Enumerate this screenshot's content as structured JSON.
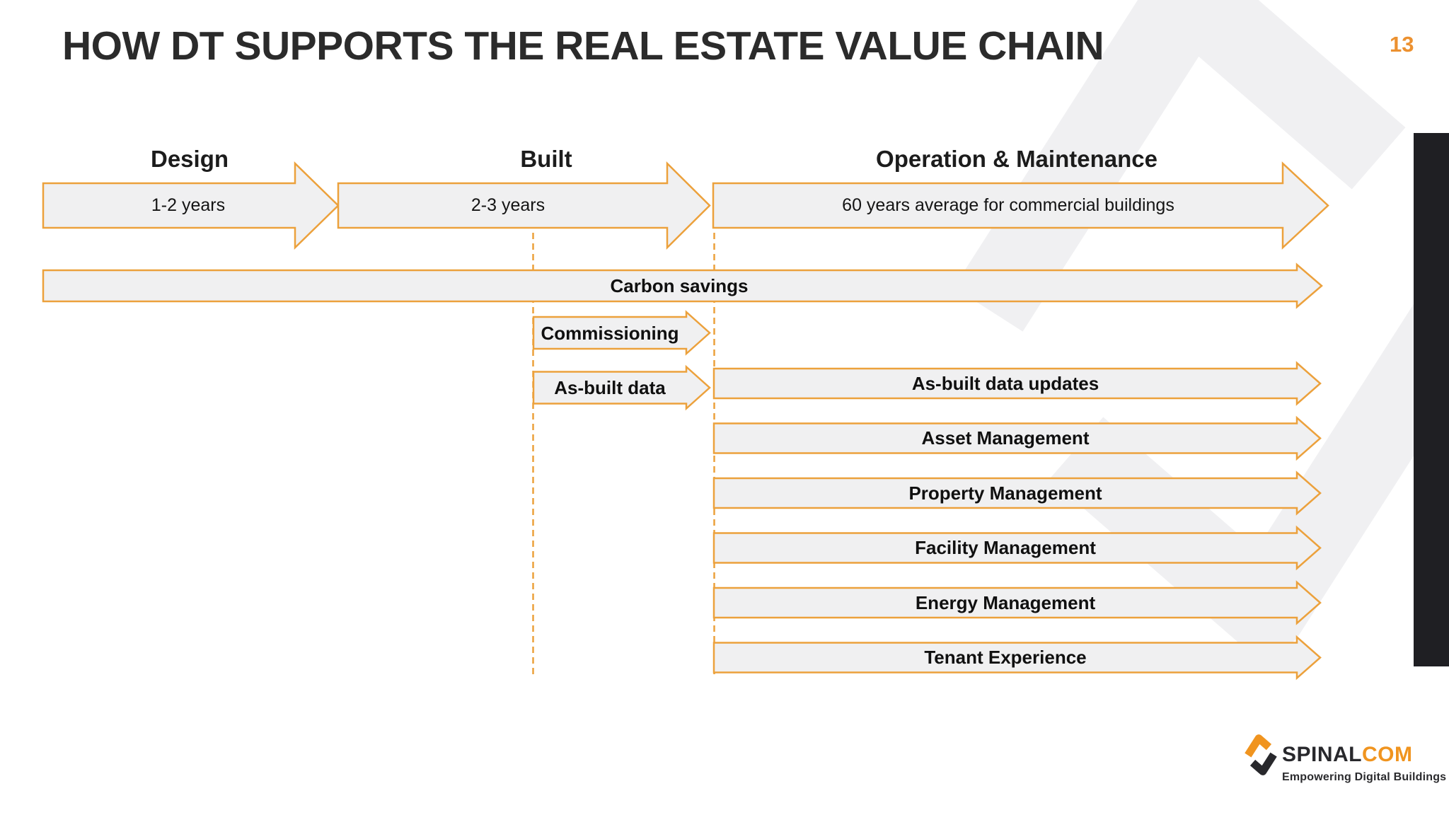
{
  "slide": {
    "title": "HOW DT SUPPORTS THE REAL ESTATE VALUE CHAIN",
    "page_number": "13"
  },
  "phases": [
    {
      "header": "Design",
      "duration": "1-2 years"
    },
    {
      "header": "Built",
      "duration": "2-3 years"
    },
    {
      "header": "Operation & Maintenance",
      "duration": "60 years average for commercial buildings"
    }
  ],
  "carbon_arrow": {
    "label": "Carbon savings"
  },
  "built_phase_arrows": [
    {
      "label": "Commissioning"
    },
    {
      "label": "As-built data"
    }
  ],
  "om_arrows": [
    {
      "label": "As-built data updates"
    },
    {
      "label": "Asset Management"
    },
    {
      "label": "Property Management"
    },
    {
      "label": "Facility Management"
    },
    {
      "label": "Energy Management"
    },
    {
      "label": "Tenant Experience"
    }
  ],
  "logo": {
    "brand_primary": "SPINAL",
    "brand_secondary": "COM",
    "tagline": "Empowering Digital Buildings"
  },
  "colors": {
    "accent_orange": "#ECA13C",
    "logo_orange": "#F0941F",
    "arrow_fill": "#F0F0F1",
    "text_dark": "#1C1C1C",
    "side_bar": "#1F1F23"
  }
}
